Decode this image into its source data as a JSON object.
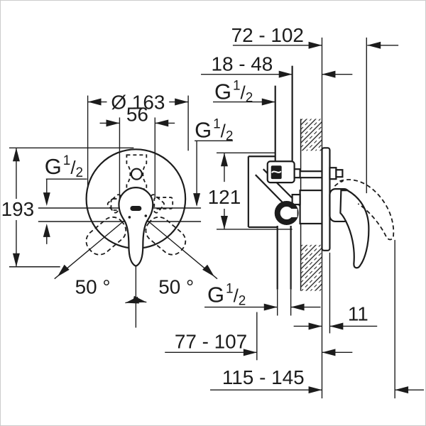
{
  "drawing": {
    "dim_depth_total_range": "72 - 102",
    "dim_pipe_to_wall_range": "18 - 48",
    "dim_escutcheon_diameter": "Ø 163",
    "dim_cartridge_width": "56",
    "dim_total_height": "193",
    "dim_port_spacing": "121",
    "dim_handle_swing_left": "50 °",
    "dim_handle_swing_right": "50 °",
    "dim_escutcheon_offset": "11",
    "dim_body_to_wall_range": "77 - 107",
    "dim_handle_to_wall_range": "115 - 145",
    "thread": {
      "base": "G",
      "sup": "1",
      "slash": "/",
      "sub": "2"
    }
  },
  "colors": {
    "line": "#1c1c1c",
    "background": "#ffffff",
    "frame_border": "#cccccc"
  }
}
